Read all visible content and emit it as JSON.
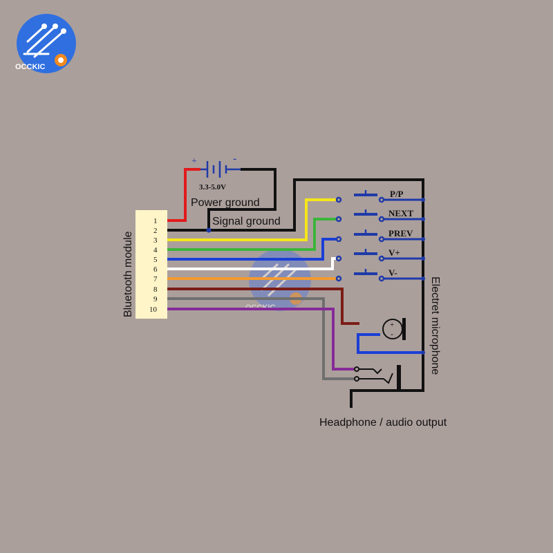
{
  "logo": {
    "brand": "OCCKIC"
  },
  "watermark": {
    "brand": "OCCKIC"
  },
  "module": {
    "label": "Bluetooth module",
    "pins": [
      "1",
      "2",
      "3",
      "4",
      "5",
      "6",
      "7",
      "8",
      "9",
      "10"
    ]
  },
  "battery": {
    "plus": "+",
    "minus": "-",
    "voltage": "3.3-5.0V"
  },
  "labels": {
    "power_ground": "Power ground",
    "signal_ground": "Signal ground",
    "electret_microphone": "Electret microphone",
    "headphone_output": "Headphone / audio output",
    "mic_plus": "+",
    "mic_minus": "-"
  },
  "buttons": [
    "P/P",
    "NEXT",
    "PREV",
    "V+",
    "V-"
  ],
  "colors": {
    "background": "#ab9f9c",
    "module_fill": "#fff5c8",
    "wire_black": "#111111",
    "pin1_red": "#e21a1a",
    "pin3_yellow": "#f5e619",
    "pin4_green": "#3cb53a",
    "pin5_blue": "#1a3fd6",
    "pin6_white": "#ffffff",
    "pin7_orange": "#f39a2e",
    "pin8_brown": "#7a1d16",
    "pin9_gray": "#6f6f6f",
    "pin10_purple": "#862b97",
    "switch_blue": "#1f3aa8",
    "logo_blue": "#2f6fe0"
  }
}
